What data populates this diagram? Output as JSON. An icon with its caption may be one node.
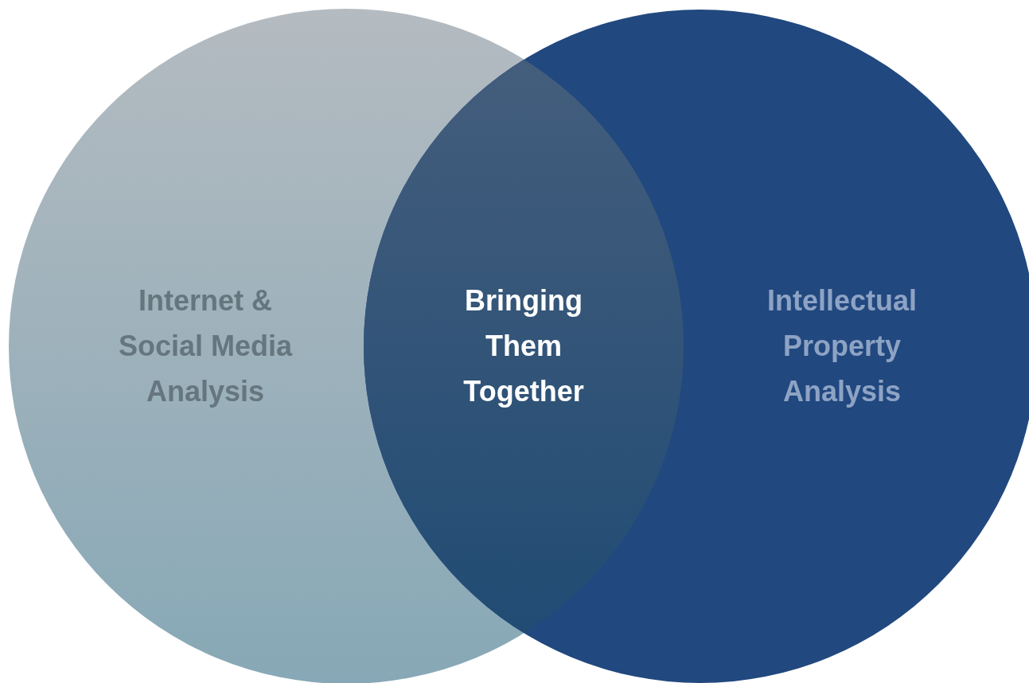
{
  "diagram": {
    "nodes": [
      {
        "text": [
          "Internet & Social Media Analysis"
        ]
      },
      {
        "text": [
          "Intellectual Property Analysis"
        ]
      }
    ],
    "labels": [
      "Bringing Them Together"
    ]
  }
}
